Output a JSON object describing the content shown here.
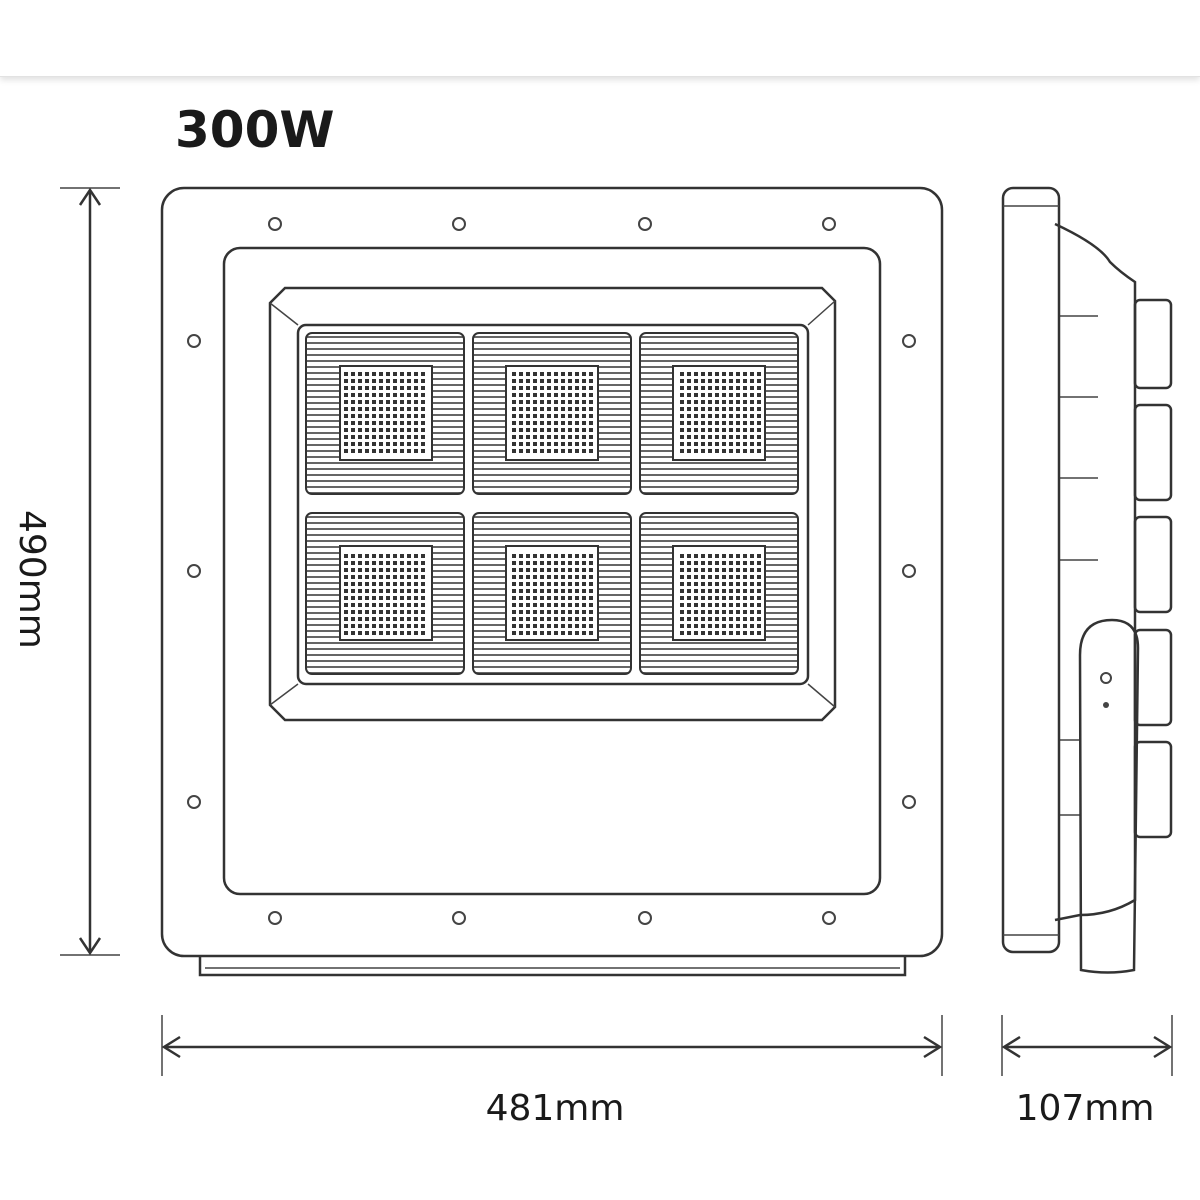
{
  "title": "300W",
  "dimensions": {
    "height": "490mm",
    "width": "481mm",
    "depth": "107mm"
  },
  "icons": {
    "front_view": "floodlight-front-view",
    "side_view": "floodlight-side-view"
  },
  "colors": {
    "line": "#333333",
    "background": "#ffffff"
  }
}
